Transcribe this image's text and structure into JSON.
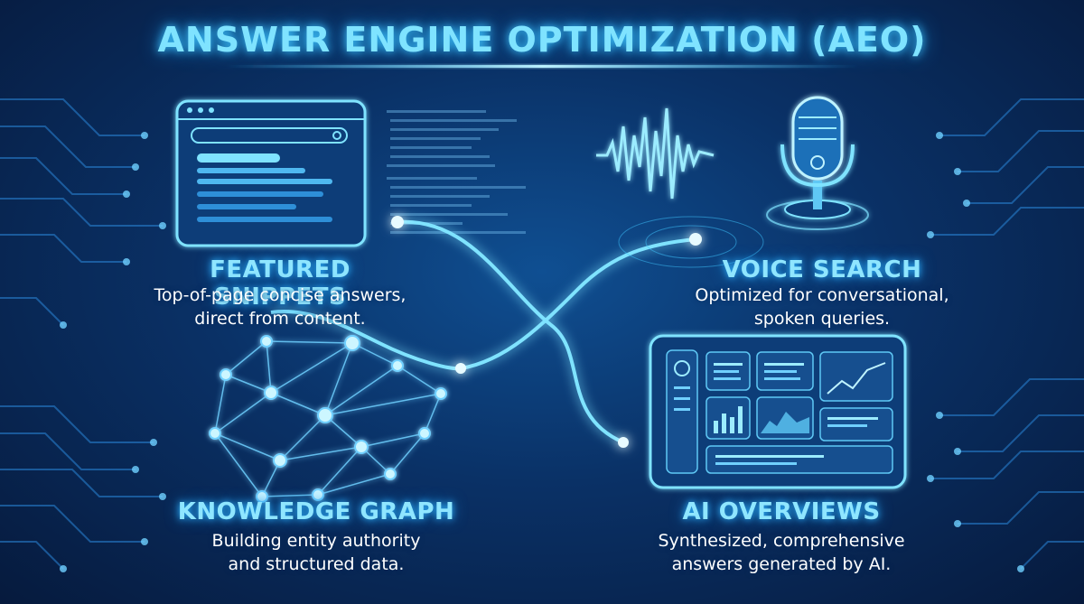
{
  "title": "ANSWER ENGINE OPTIMIZATION (AEO)",
  "colors": {
    "accent": "#7fe3ff",
    "glow": "#3fc6ff",
    "background": "#0a3166",
    "text": "#ffffff"
  },
  "sections": [
    {
      "id": "featured-snippets",
      "icon": "browser-window-icon",
      "heading": "FEATURED SNIPPETS",
      "desc_lines": [
        "Top-of-page concise answers,",
        "direct from content."
      ]
    },
    {
      "id": "voice-search",
      "icon": "microphone-icon",
      "heading": "VOICE SEARCH",
      "desc_lines": [
        "Optimized for conversational,",
        "spoken queries."
      ]
    },
    {
      "id": "knowledge-graph",
      "icon": "network-graph-icon",
      "heading": "KNOWLEDGE GRAPH",
      "desc_lines": [
        "Building entity authority",
        "and structured data."
      ]
    },
    {
      "id": "ai-overviews",
      "icon": "dashboard-icon",
      "heading": "AI OVERVIEWS",
      "desc_lines": [
        "Synthesized, comprehensive",
        "answers generated by AI."
      ]
    }
  ]
}
